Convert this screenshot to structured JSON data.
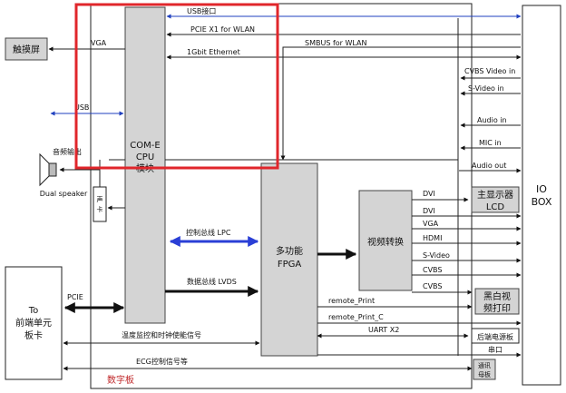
{
  "blocks": {
    "touchscreen": "触摸屏",
    "cpu_line1": "COM-E",
    "cpu_line2": "CPU",
    "cpu_line3": "模块",
    "fpga_line1": "多功能",
    "fpga_line2": "FPGA",
    "video_convert": "视频转换",
    "io_line1": "IO",
    "io_line2": "BOX",
    "main_display_line1": "主显示器",
    "main_display_line2": "LCD",
    "bw_print_line1": "黑白视",
    "bw_print_line2": "频打印",
    "rear_power": "后端电源板",
    "comm_line1": "通讯",
    "comm_line2": "母板",
    "front_line1": "To",
    "front_line2": "前端单元",
    "front_line3": "板卡",
    "sound_card_line1": "声",
    "sound_card_line2": "卡",
    "speaker": "Dual speaker",
    "digital_board": "数字板"
  },
  "signals": {
    "usb_port": "USB接口",
    "pcie_x1": "PCIE   X1   for WLAN",
    "smbus": "SMBUS for WLAN",
    "ethernet": "1Gbit Ethernet",
    "vga_touch": "VGA",
    "usb": "USB",
    "audio_out_label": "音频输出",
    "cvbs_video_in": "CVBS Video in",
    "s_video_in": "S-Video in",
    "audio_in": "Audio in",
    "mic_in": "MIC in",
    "audio_out": "Audio out",
    "lpc": "控制总线 LPC",
    "lvds": "数据总线 LVDS",
    "dvi_1": "DVI",
    "dvi_2": "DVI",
    "vga_out": "VGA",
    "hdmi": "HDMI",
    "s_video_out": "S-Video",
    "cvbs_1": "CVBS",
    "cvbs_2": "CVBS",
    "remote_print": "remote_Print",
    "remote_print_c": "remote_Print_C",
    "uart": "UART X2",
    "serial": "串口",
    "pcie_front": "PCIE",
    "temp_monitor": "温度监控和时钟使能信号",
    "ecg_control": "ECG控制信号等"
  },
  "colors": {
    "highlight": "#e0262b",
    "usb_blue": "#1f3fbf",
    "lpc_blue": "#2a3fd6",
    "block_fill": "#d4d4d4",
    "digital_board_text": "#c0282a"
  }
}
